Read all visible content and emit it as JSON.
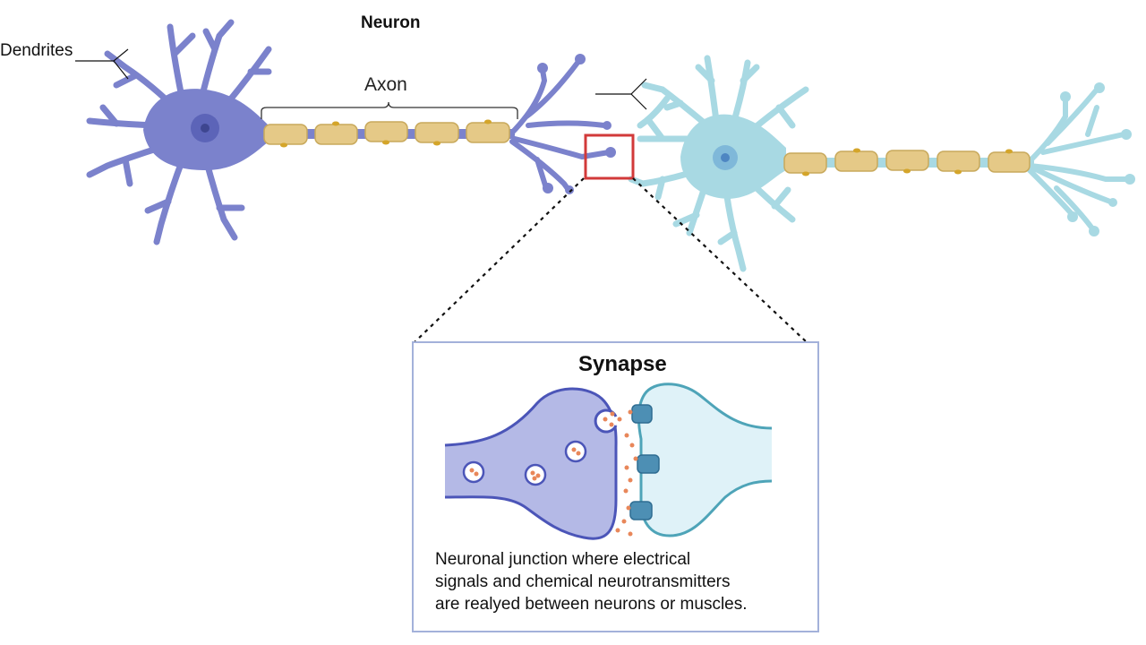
{
  "diagram": {
    "title": "Neuron",
    "dendrites_label": "Dendrites",
    "axon_label": "Axon",
    "inset": {
      "title": "Synapse",
      "description_lines": [
        "Neuronal junction where electrical",
        "signals and chemical neurotransmitters",
        "are realyed between neurons or muscles."
      ]
    },
    "colors": {
      "neuron_1": "#7b82cc",
      "neuron_1_nucleus": "#4f57a8",
      "neuron_2": "#a8d9e3",
      "neuron_2_nucleus": "#4e86c2",
      "myelin": "#e5c987",
      "highlight_box": "#d23a3a",
      "inset_border": "#a3b1da",
      "presynaptic_fill": "#b4b9e6",
      "presynaptic_stroke": "#4b55b8",
      "postsynaptic_fill": "#dff2f8",
      "postsynaptic_stroke": "#4ea4b8",
      "neurotransmitter": "#e8875a",
      "receptor": "#4d8fb4"
    }
  }
}
